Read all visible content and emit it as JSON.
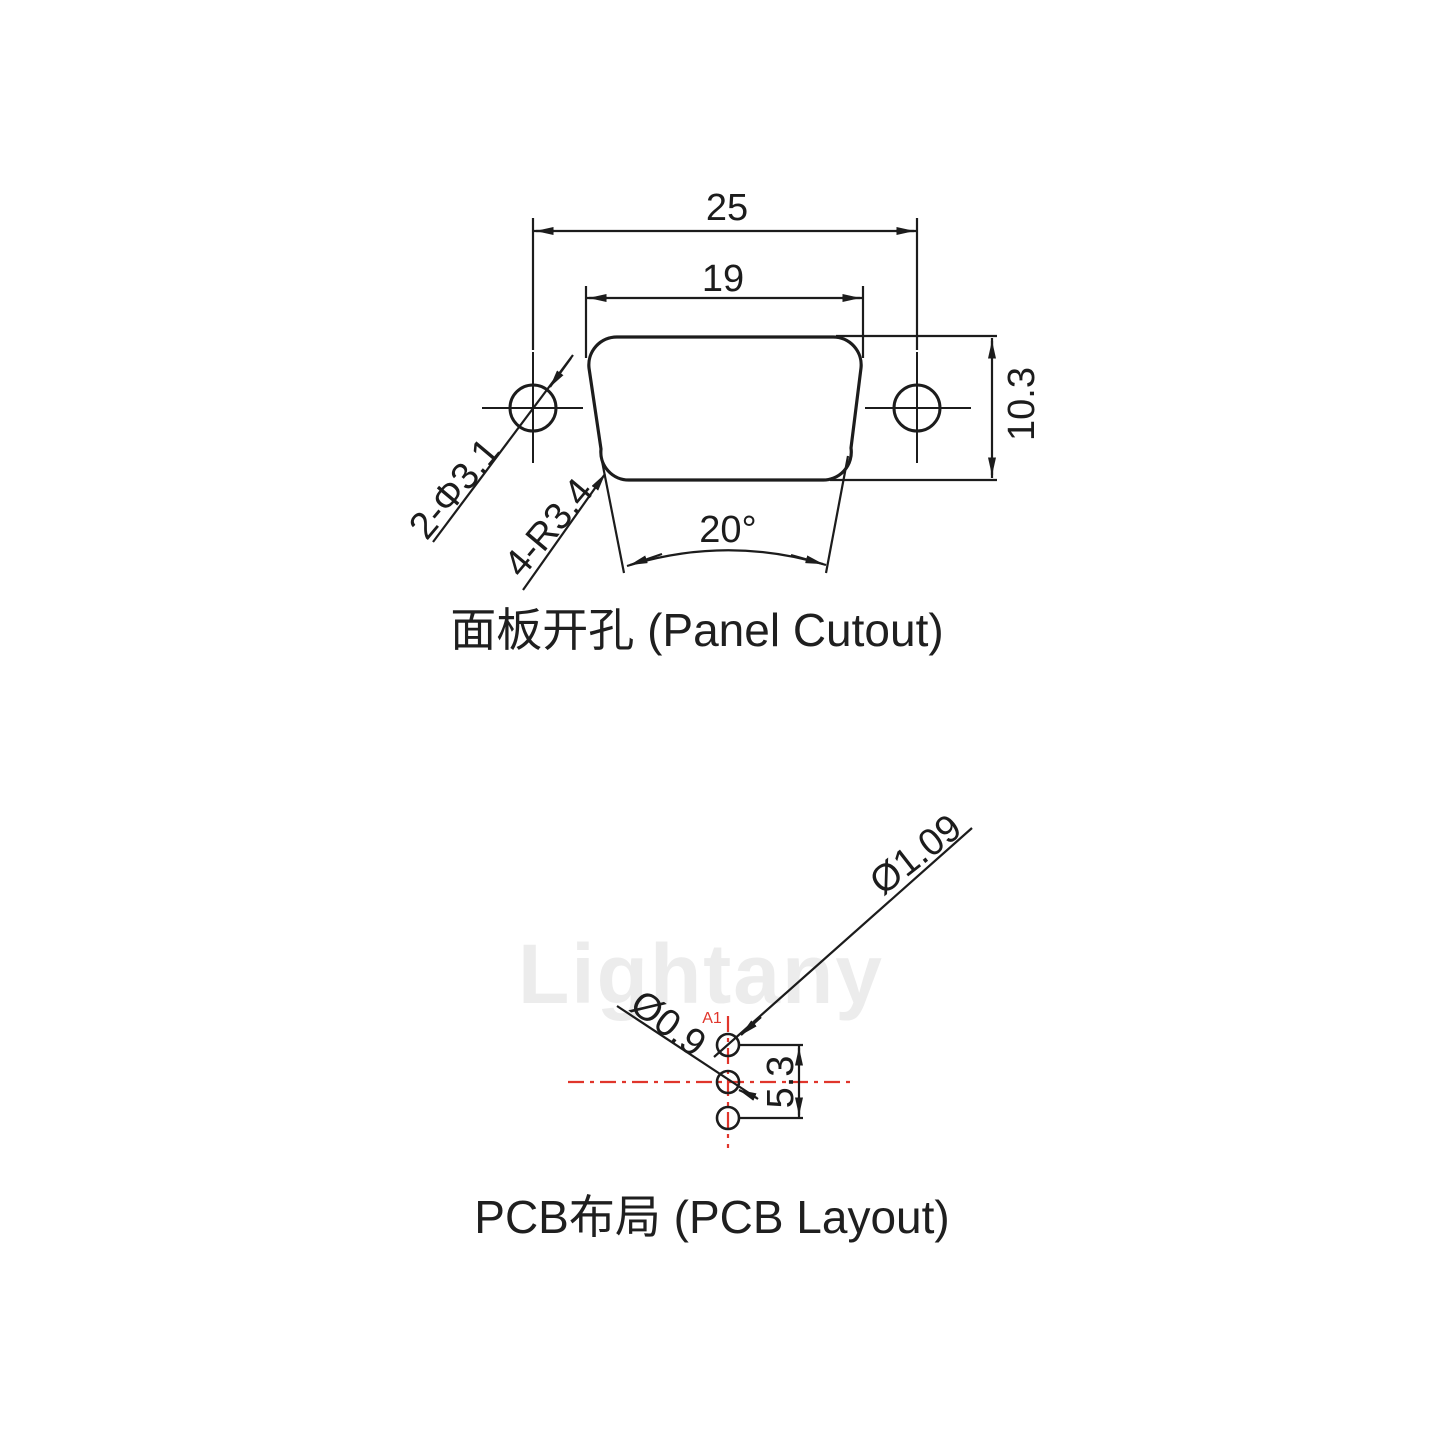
{
  "panel_cutout": {
    "caption": "面板开孔 (Panel Cutout)",
    "dim_mount_hole_spacing": "25",
    "dim_cutout_width": "19",
    "dim_cutout_height": "10.3",
    "dim_side_angle": "20°",
    "note_mount_holes": "2-Φ3.1",
    "note_corner_radius": "4-R3.4"
  },
  "pcb_layout": {
    "caption": "PCB布局 (PCB Layout)",
    "pin_label": "A1",
    "dim_hole_dia_large": "Ø1.09",
    "dim_hole_dia_small": "Ø0.9",
    "dim_pin_span": "5.3"
  },
  "watermark_text": "Lightany",
  "colors": {
    "line_black": "#1c1c1c",
    "centerline_red": "#e0352b",
    "watermark_gray": "#ececec"
  }
}
